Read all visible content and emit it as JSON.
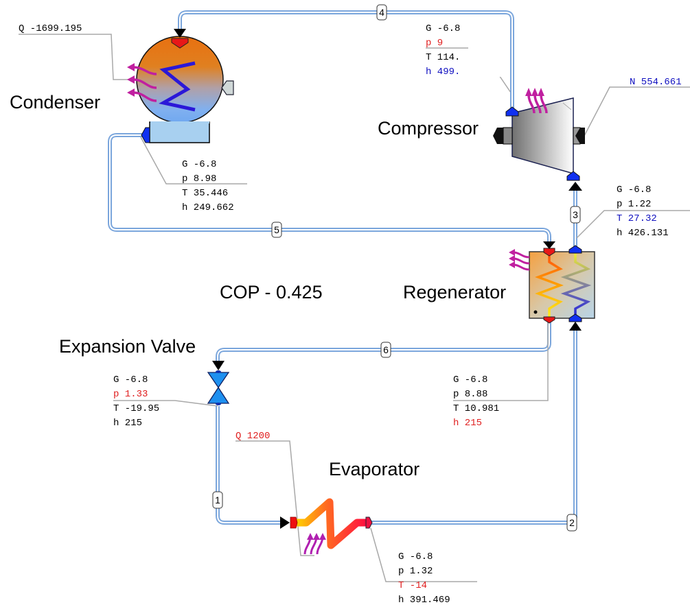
{
  "title": "Refrigeration cycle with regenerator",
  "colors": {
    "specified_value": "#e02020",
    "normal_value": "#000000",
    "computed_blue": "#1010c0",
    "pipe": "#7ba6dc",
    "heat_arrow": "#c020a0"
  },
  "components": {
    "condenser": {
      "label": "Condenser",
      "icon": "condenser-icon"
    },
    "compressor": {
      "label": "Compressor",
      "icon": "compressor-icon"
    },
    "regenerator": {
      "label": "Regenerator",
      "icon": "regenerator-icon"
    },
    "expansion_valve": {
      "label": "Expansion Valve",
      "icon": "valve-icon"
    },
    "evaporator": {
      "label": "Evaporator",
      "icon": "evaporator-icon"
    }
  },
  "cop": {
    "text": "COP - 0.425"
  },
  "pipe_tags": [
    "1",
    "2",
    "3",
    "4",
    "5",
    "6"
  ],
  "heat_labels": {
    "condenser_q": {
      "text": "Q -1699.195",
      "color": "#000000"
    },
    "evaporator_q": {
      "text": "Q 1200",
      "color": "#e02020"
    },
    "compressor_n": {
      "text": "N 554.661",
      "color": "#1010c0"
    }
  },
  "states": {
    "compressor_out": [
      {
        "text": "G -6.8",
        "color": "#000000"
      },
      {
        "text": "p 9",
        "color": "#e02020"
      },
      {
        "text": "T 114.",
        "color": "#000000"
      },
      {
        "text": "h 499.",
        "color": "#1010c0"
      }
    ],
    "condenser_out": [
      {
        "text": "G -6.8",
        "color": "#000000"
      },
      {
        "text": "p 8.98",
        "color": "#000000"
      },
      {
        "text": "T 35.446",
        "color": "#000000"
      },
      {
        "text": "h 249.662",
        "color": "#000000"
      }
    ],
    "regenerator_cold_out": [
      {
        "text": "G -6.8",
        "color": "#000000"
      },
      {
        "text": "p 1.22",
        "color": "#000000"
      },
      {
        "text": "T 27.32",
        "color": "#1010c0"
      },
      {
        "text": "h 426.131",
        "color": "#000000"
      }
    ],
    "valve_out": [
      {
        "text": "G -6.8",
        "color": "#000000"
      },
      {
        "text": "p 1.33",
        "color": "#e02020"
      },
      {
        "text": "T -19.95",
        "color": "#000000"
      },
      {
        "text": "h 215",
        "color": "#000000"
      }
    ],
    "regenerator_hot_out": [
      {
        "text": "G -6.8",
        "color": "#000000"
      },
      {
        "text": "p 8.88",
        "color": "#000000"
      },
      {
        "text": "T 10.981",
        "color": "#000000"
      },
      {
        "text": "h 215",
        "color": "#e02020"
      }
    ],
    "evaporator_out": [
      {
        "text": "G -6.8",
        "color": "#000000"
      },
      {
        "text": "p 1.32",
        "color": "#000000"
      },
      {
        "text": "T -14",
        "color": "#e02020"
      },
      {
        "text": "h 391.469",
        "color": "#000000"
      }
    ]
  }
}
